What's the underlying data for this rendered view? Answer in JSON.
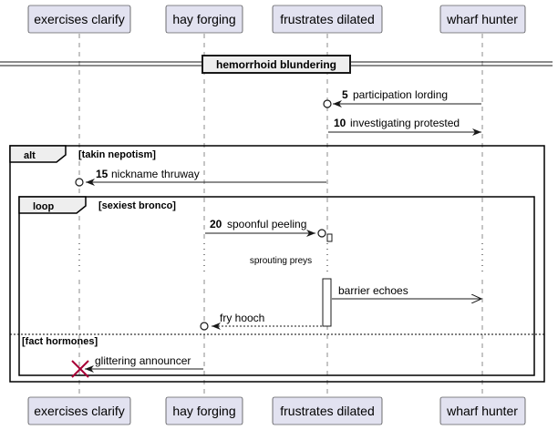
{
  "participants": [
    {
      "name": "exercises clarify"
    },
    {
      "name": "hay forging"
    },
    {
      "name": "frustrates dilated"
    },
    {
      "name": "wharf hunter"
    }
  ],
  "divider": {
    "label": "hemorrhoid blundering"
  },
  "messages": [
    {
      "num": "5",
      "text": "participation lording"
    },
    {
      "num": "10",
      "text": "investigating protested"
    },
    {
      "num": "15",
      "text": "nickname thruway"
    },
    {
      "num": "20",
      "text": "spoonful peeling"
    },
    {
      "num": "",
      "text": "barrier echoes"
    },
    {
      "num": "",
      "text": "fry hooch"
    },
    {
      "num": "",
      "text": "glittering announcer"
    }
  ],
  "delay": {
    "text": "sprouting preys"
  },
  "fragments": {
    "alt": {
      "keyword": "alt",
      "guard": "[takin nepotism]",
      "else_guard": "[fact hormones]"
    },
    "loop": {
      "keyword": "loop",
      "guard": "[sexiest bronco]"
    }
  },
  "colors": {
    "participant_fill": "#E2E2F0",
    "participant_border": "#181818",
    "line": "#181818",
    "destroy": "#A80036",
    "activation_fill": "#ffffff"
  }
}
